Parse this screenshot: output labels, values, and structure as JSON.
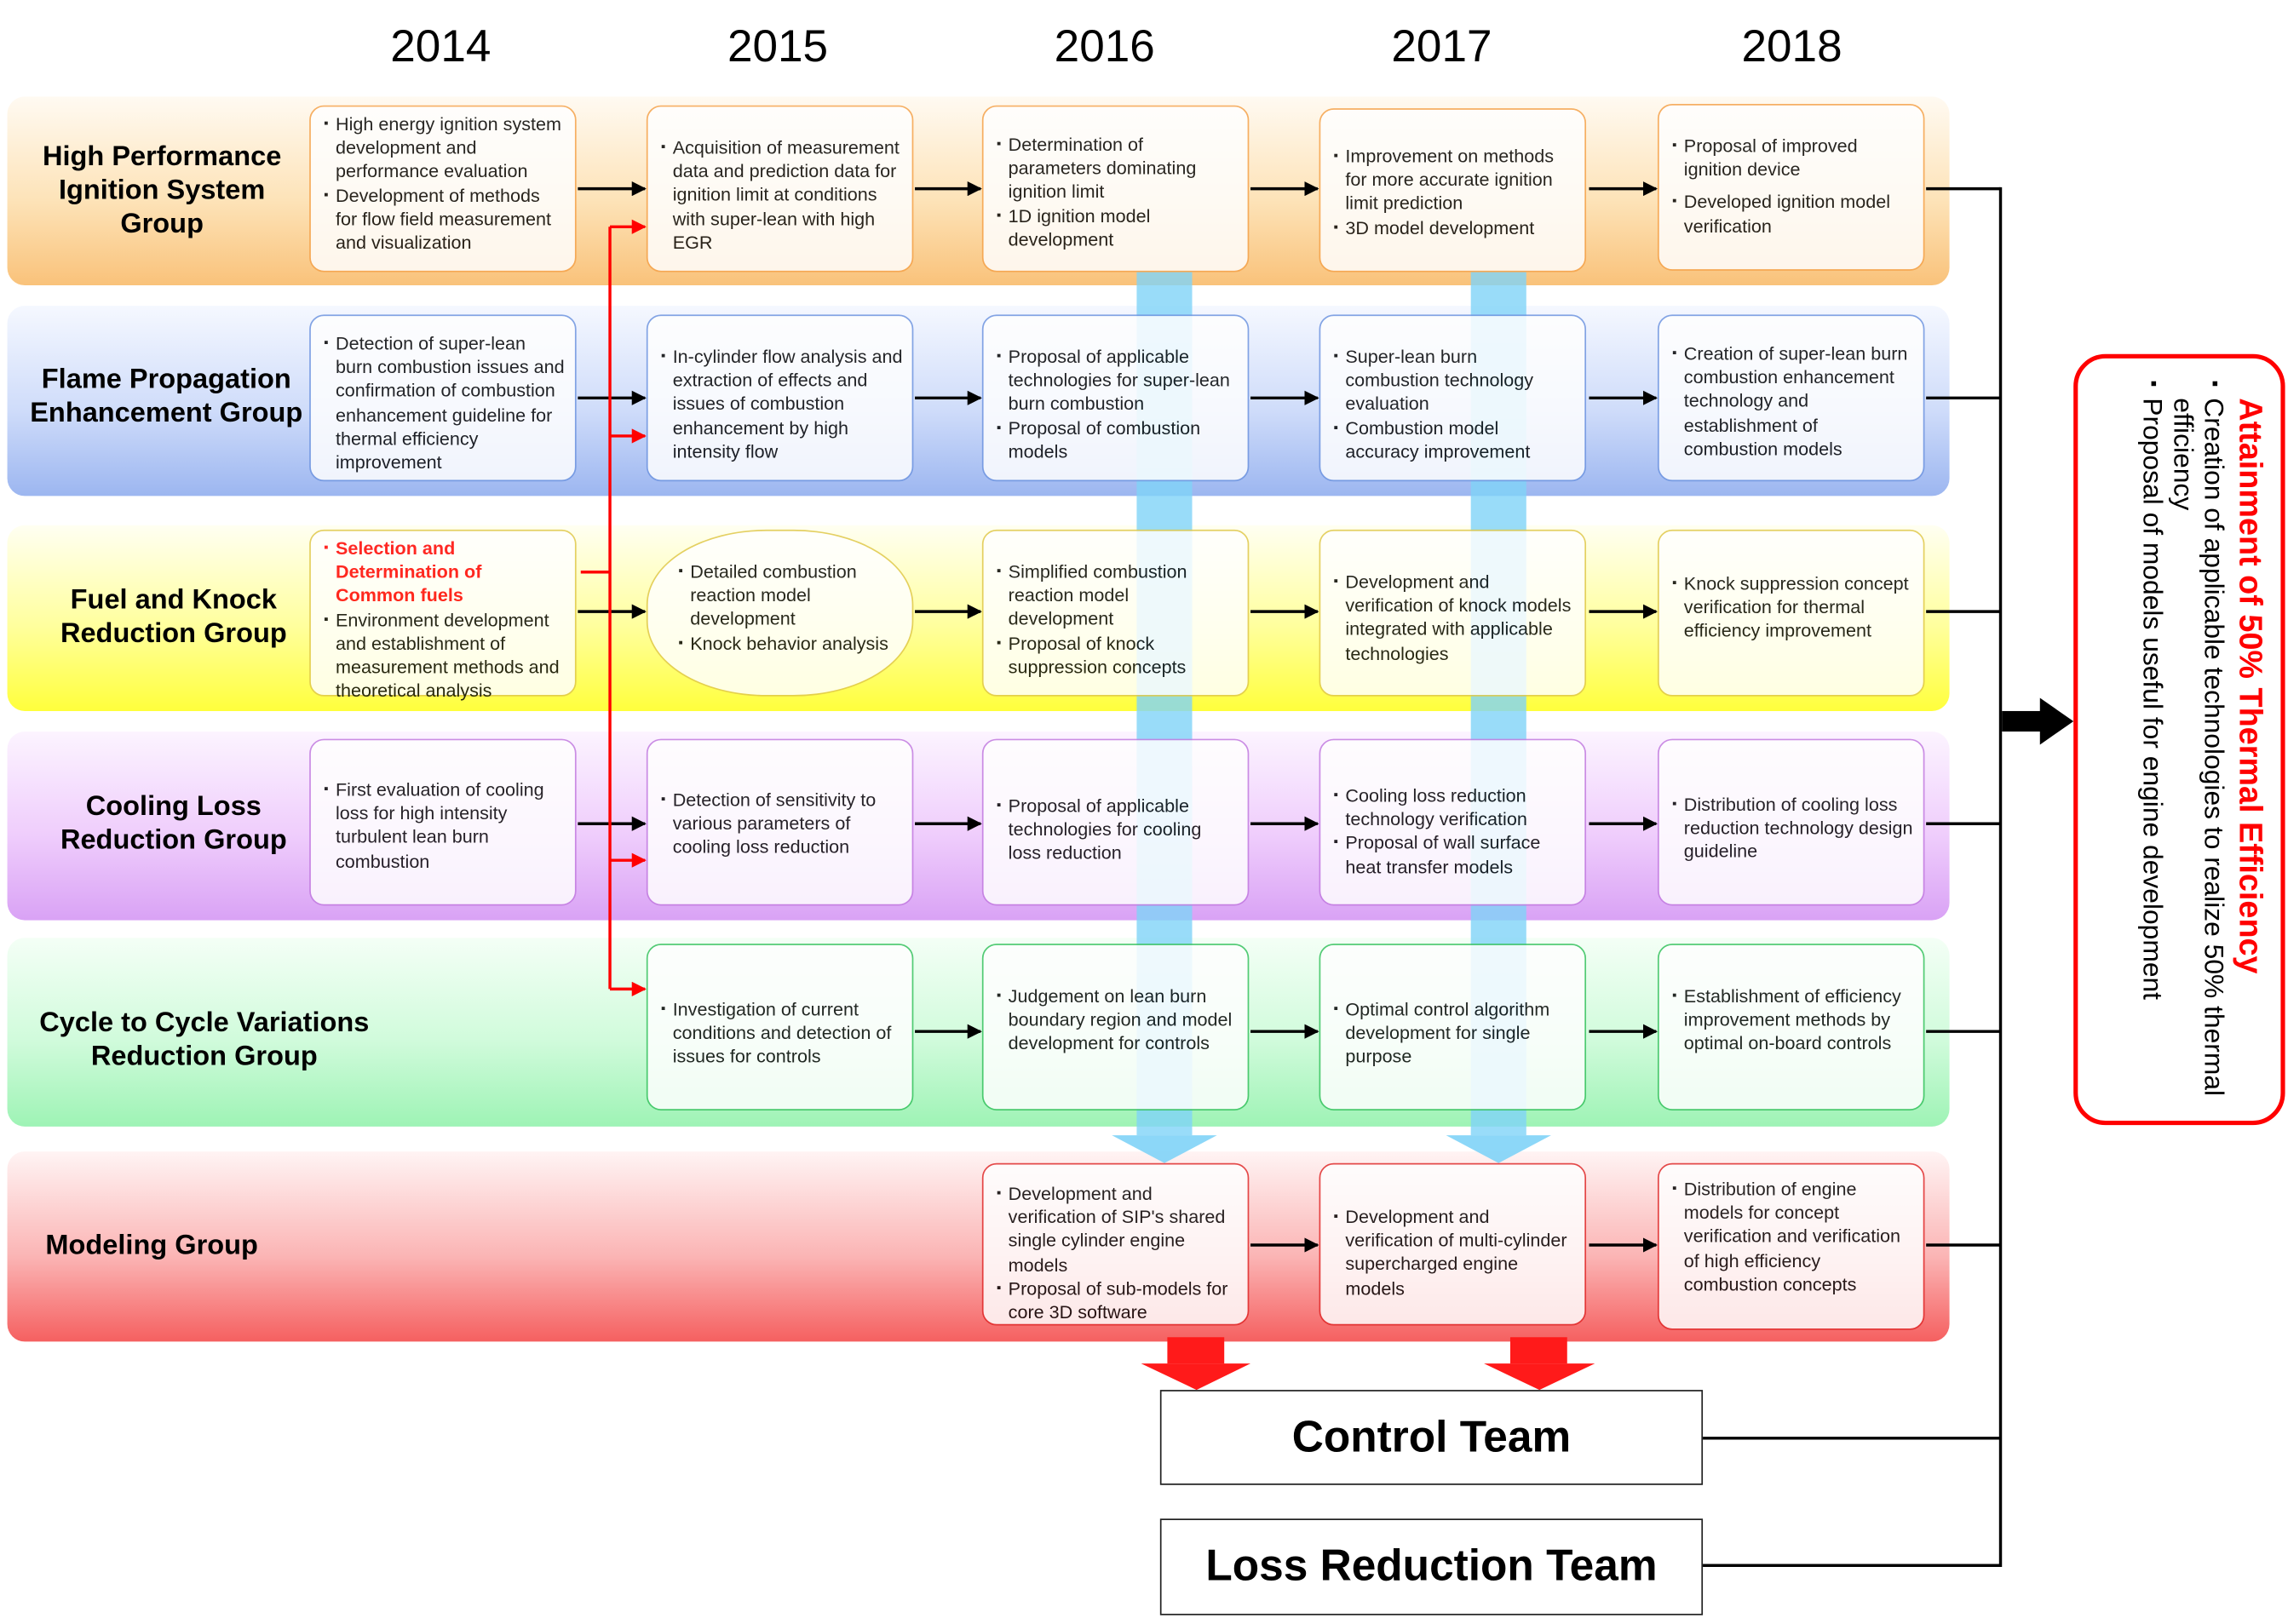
{
  "years": [
    "2014",
    "2015",
    "2016",
    "2017",
    "2018"
  ],
  "groups": {
    "ignition": "High Performance Ignition System Group",
    "flame": "Flame Propagation Enhancement Group",
    "fuel": "Fuel and Knock Reduction Group",
    "cooling": "Cooling Loss Reduction Group",
    "cycle": "Cycle to Cycle Variations Reduction Group",
    "modeling": "Modeling Group"
  },
  "tasks": {
    "ign_2014": [
      "High energy ignition system development and performance evaluation",
      "Development of methods for flow field measurement and visualization"
    ],
    "ign_2015": [
      "Acquisition of measurement data and prediction data for ignition limit at conditions with super-lean with high EGR"
    ],
    "ign_2016": [
      "Determination of parameters dominating ignition limit",
      "1D ignition model development"
    ],
    "ign_2017": [
      "Improvement on methods for more accurate ignition limit prediction",
      "3D model development"
    ],
    "ign_2018": [
      "Proposal of improved ignition device",
      "Developed ignition model verification"
    ],
    "flame_2014": [
      "Detection of super-lean burn combustion issues and confirmation of combustion enhancement guideline for thermal efficiency improvement"
    ],
    "flame_2015": [
      "In-cylinder flow analysis and extraction of effects and issues of combustion enhancement by high intensity flow"
    ],
    "flame_2016": [
      "Proposal of applicable technologies for super-lean burn combustion",
      "Proposal of combustion models"
    ],
    "flame_2017": [
      "Super-lean burn combustion technology evaluation",
      "Combustion model accuracy improvement"
    ],
    "flame_2018": [
      "Creation of super-lean burn combustion enhancement technology and establishment of combustion models"
    ],
    "fuel_2014": [
      "Selection and Determination of Common fuels",
      "Environment development and establishment of measurement methods and theoretical analysis"
    ],
    "fuel_2015": [
      "Detailed combustion reaction model development",
      "Knock behavior analysis"
    ],
    "fuel_2016": [
      "Simplified combustion reaction model development",
      "Proposal of knock suppression concepts"
    ],
    "fuel_2017": [
      "Development and verification of knock models integrated with applicable technologies"
    ],
    "fuel_2018": [
      "Knock suppression concept verification for thermal efficiency improvement"
    ],
    "cool_2014": [
      "First evaluation of cooling loss for high intensity turbulent lean burn combustion"
    ],
    "cool_2015": [
      "Detection of sensitivity to various parameters of cooling loss reduction"
    ],
    "cool_2016": [
      "Proposal of applicable technologies for cooling loss reduction"
    ],
    "cool_2017": [
      "Cooling loss reduction technology verification",
      "Proposal of wall surface heat transfer models"
    ],
    "cool_2018": [
      "Distribution of cooling loss reduction technology design guideline"
    ],
    "cycle_2015": [
      "Investigation of current conditions and detection of issues for controls"
    ],
    "cycle_2016": [
      "Judgement on lean burn boundary region and model development for controls"
    ],
    "cycle_2017": [
      "Optimal control algorithm development for single purpose"
    ],
    "cycle_2018": [
      "Establishment of efficiency improvement methods by optimal on-board controls"
    ],
    "model_2016": [
      "Development and verification of SIP's shared single cylinder engine models",
      "Proposal of sub-models for core 3D software"
    ],
    "model_2017": [
      "Development and verification of multi-cylinder supercharged engine models"
    ],
    "model_2018": [
      "Distribution of engine models for concept verification and verification of high efficiency combustion concepts"
    ]
  },
  "teams": {
    "control": "Control Team",
    "loss": "Loss Reduction Team"
  },
  "goal": {
    "title": "Attainment of 50% Thermal Efficiency",
    "items": [
      "Creation of applicable technologies to realize 50% thermal efficiency",
      "Proposal of models useful for engine development"
    ]
  },
  "colors": {
    "highlight_red": "#ff0000",
    "flow_blue": "#7fd3f7",
    "flow_red": "#ff1a1a"
  }
}
